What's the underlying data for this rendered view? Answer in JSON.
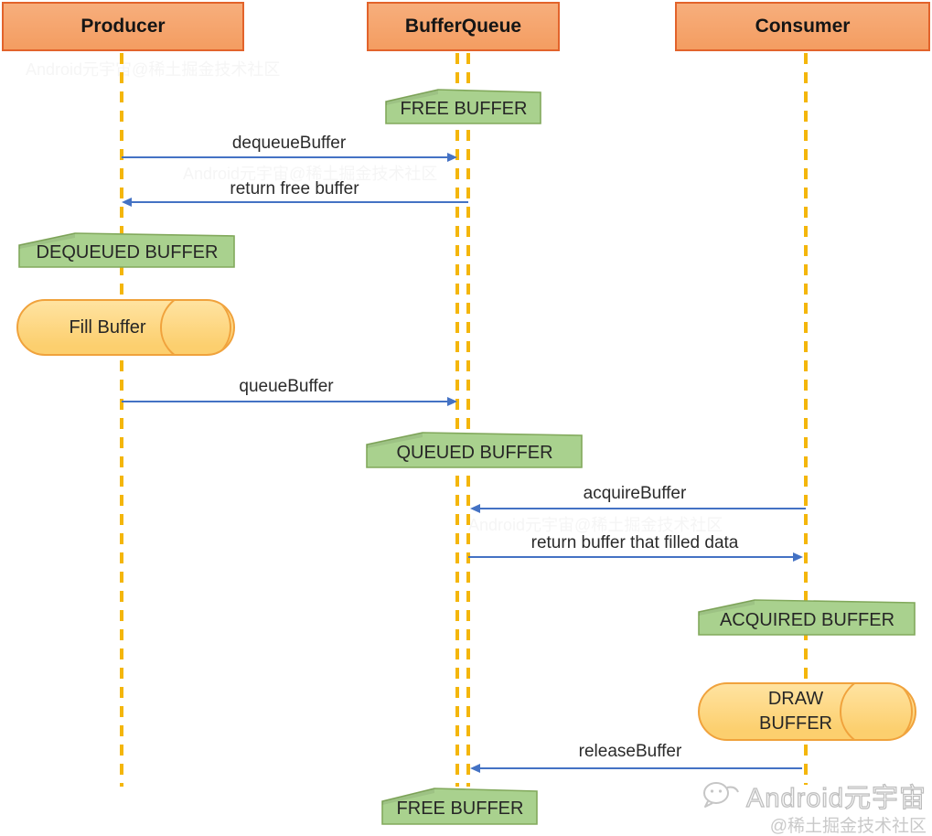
{
  "actors": [
    {
      "label": "Producer"
    },
    {
      "label": "BufferQueue"
    },
    {
      "label": "Consumer"
    }
  ],
  "states": [
    {
      "label": "FREE BUFFER"
    },
    {
      "label": "DEQUEUED BUFFER"
    },
    {
      "label": "QUEUED BUFFER"
    },
    {
      "label": "ACQUIRED BUFFER"
    },
    {
      "label": "FREE BUFFER"
    }
  ],
  "messages": [
    {
      "label": "dequeueBuffer",
      "from": "Producer",
      "to": "BufferQueue",
      "direction": "right"
    },
    {
      "label": "return free buffer",
      "from": "BufferQueue",
      "to": "Producer",
      "direction": "left"
    },
    {
      "label": "queueBuffer",
      "from": "Producer",
      "to": "BufferQueue",
      "direction": "right"
    },
    {
      "label": "acquireBuffer",
      "from": "Consumer",
      "to": "BufferQueue",
      "direction": "left"
    },
    {
      "label": "return buffer that filled data",
      "from": "BufferQueue",
      "to": "Consumer",
      "direction": "right"
    },
    {
      "label": "releaseBuffer",
      "from": "Consumer",
      "to": "BufferQueue",
      "direction": "left"
    }
  ],
  "activities": {
    "fill": {
      "label": "Fill Buffer"
    },
    "draw": {
      "line1": "DRAW",
      "line2": "BUFFER"
    }
  },
  "watermark": {
    "brand": "Android元宇宙",
    "credit": "@稀土掘金技术社区"
  },
  "colors": {
    "actor_fill": "#F4A46B",
    "actor_border": "#E2632B",
    "state_fill": "#A9D18E",
    "state_border": "#82A95C",
    "activity_fill": "#FCD27C",
    "activity_border": "#F0A23C",
    "lifeline": "#F4B60B",
    "arrow": "#4472C4",
    "text": "#262626",
    "watermark_gray": "#C9C9C9"
  }
}
